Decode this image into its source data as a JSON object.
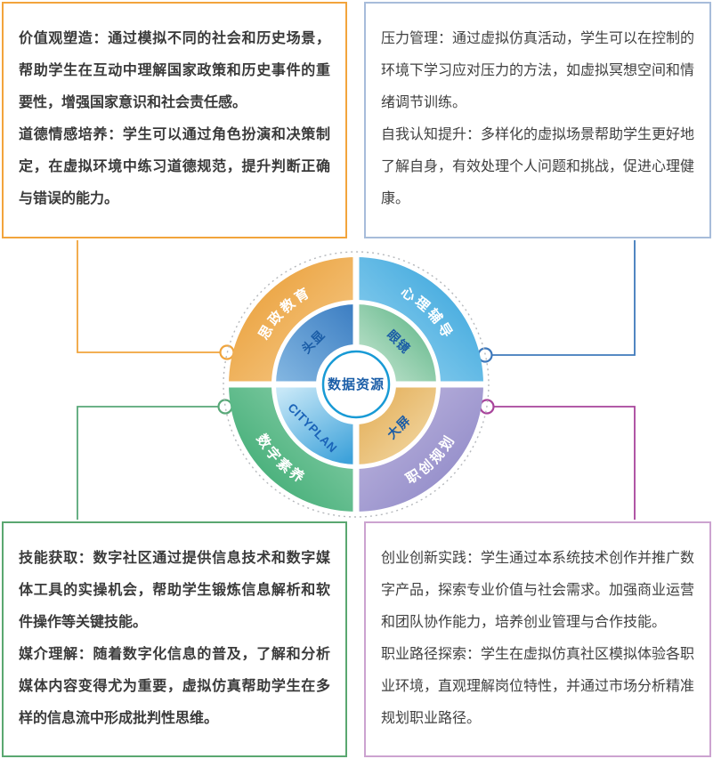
{
  "page": {
    "background": "#FFFFFF"
  },
  "boxes": {
    "top_left": {
      "accent_color": "#F2A43C",
      "text_bold": true,
      "paragraphs": [
        "价值观塑造：通过模拟不同的社会和历史场景，帮助学生在互动中理解国家政策和历史事件的重要性，增强国家意识和社会责任感。",
        "道德情感培养：学生可以通过角色扮演和决策制定，在虚拟环境中练习道德规范，提升判断正确与错误的能力。"
      ]
    },
    "top_right": {
      "accent_color": "#A7BCDA",
      "text_bold": false,
      "paragraphs": [
        "压力管理：通过虚拟仿真活动，学生可以在控制的环境下学习应对压力的方法，如虚拟冥想空间和情绪调节训练。",
        "自我认知提升：多样化的虚拟场景帮助学生更好地了解自身，有效处理个人问题和挑战，促进心理健康。"
      ]
    },
    "bottom_left": {
      "accent_color": "#5AA770",
      "text_bold": true,
      "paragraphs": [
        "技能获取：数字社区通过提供信息技术和数字媒体工具的实操机会，帮助学生锻炼信息解析和软件操作等关键技能。",
        "媒介理解：随着数字化信息的普及，了解和分析媒体内容变得尤为重要，虚拟仿真帮助学生在多样的信息流中形成批判性思维。"
      ]
    },
    "bottom_right": {
      "accent_color": "#CCA3D0",
      "text_bold": false,
      "paragraphs": [
        "创业创新实践：学生通过本系统技术创作并推广数字产品，探索专业价值与社会需求。加强商业运营和团队协作能力，培养创业管理与合作技能。",
        "职业路径探索：学生在虚拟仿真社区模拟体验各职业环境，直观理解岗位特性，并通过市场分析精准规划职业路径。"
      ]
    }
  },
  "wheel": {
    "center_label": "数据资源",
    "center_ring_color": "#189AD5",
    "outer_segments": [
      {
        "position": "top-left",
        "label": "思政教育",
        "color": "#EA9D33"
      },
      {
        "position": "top-right",
        "label": "心理辅导",
        "color": "#3AA5DE"
      },
      {
        "position": "bottom-left",
        "label": "数字素养",
        "color": "#33A56C"
      },
      {
        "position": "bottom-right",
        "label": "职创规划",
        "color": "#8B85C6"
      }
    ],
    "inner_segments": [
      {
        "position": "top-left",
        "label": "头显",
        "color": "#4585C6"
      },
      {
        "position": "top-right",
        "label": "眼镜",
        "color": "#63B98B"
      },
      {
        "position": "bottom-left",
        "label": "CITYPLAN",
        "color": "#7FC4EA"
      },
      {
        "position": "bottom-right",
        "label": "大屏",
        "color": "#EBBE76"
      }
    ]
  },
  "connectors": {
    "top_left_color": "#F0A43C",
    "top_right_color": "#3E79BC",
    "bottom_left_color": "#58A878",
    "bottom_right_color": "#A8449B"
  }
}
